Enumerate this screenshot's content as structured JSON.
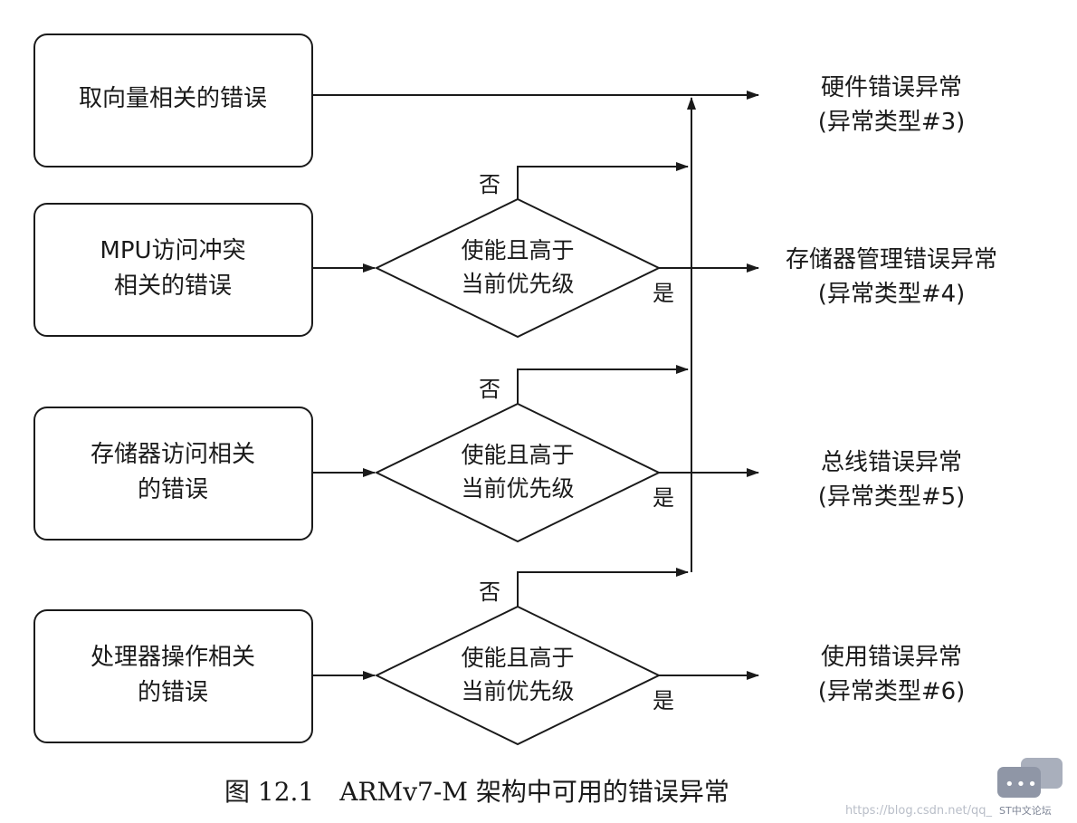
{
  "sources": [
    {
      "lines": [
        "取向量相关的错误"
      ]
    },
    {
      "lines": [
        "MPU访问冲突",
        "相关的错误"
      ]
    },
    {
      "lines": [
        "存储器访问相关",
        "的错误"
      ]
    },
    {
      "lines": [
        "处理器操作相关",
        "的错误"
      ]
    }
  ],
  "decision": {
    "lines": [
      "使能且高于",
      "当前优先级"
    ],
    "yes": "是",
    "no": "否"
  },
  "results": [
    {
      "lines": [
        "硬件错误异常",
        "(异常类型#3)"
      ]
    },
    {
      "lines": [
        "存储器管理错误异常",
        "(异常类型#4)"
      ]
    },
    {
      "lines": [
        "总线错误异常",
        "(异常类型#5)"
      ]
    },
    {
      "lines": [
        "使用错误异常",
        "(异常类型#6)"
      ]
    }
  ],
  "caption": "图 12.1　ARMv7-M 架构中可用的错误异常",
  "watermark": {
    "url": "https://blog.csdn.net/qq_",
    "brand": "ST中文论坛"
  }
}
